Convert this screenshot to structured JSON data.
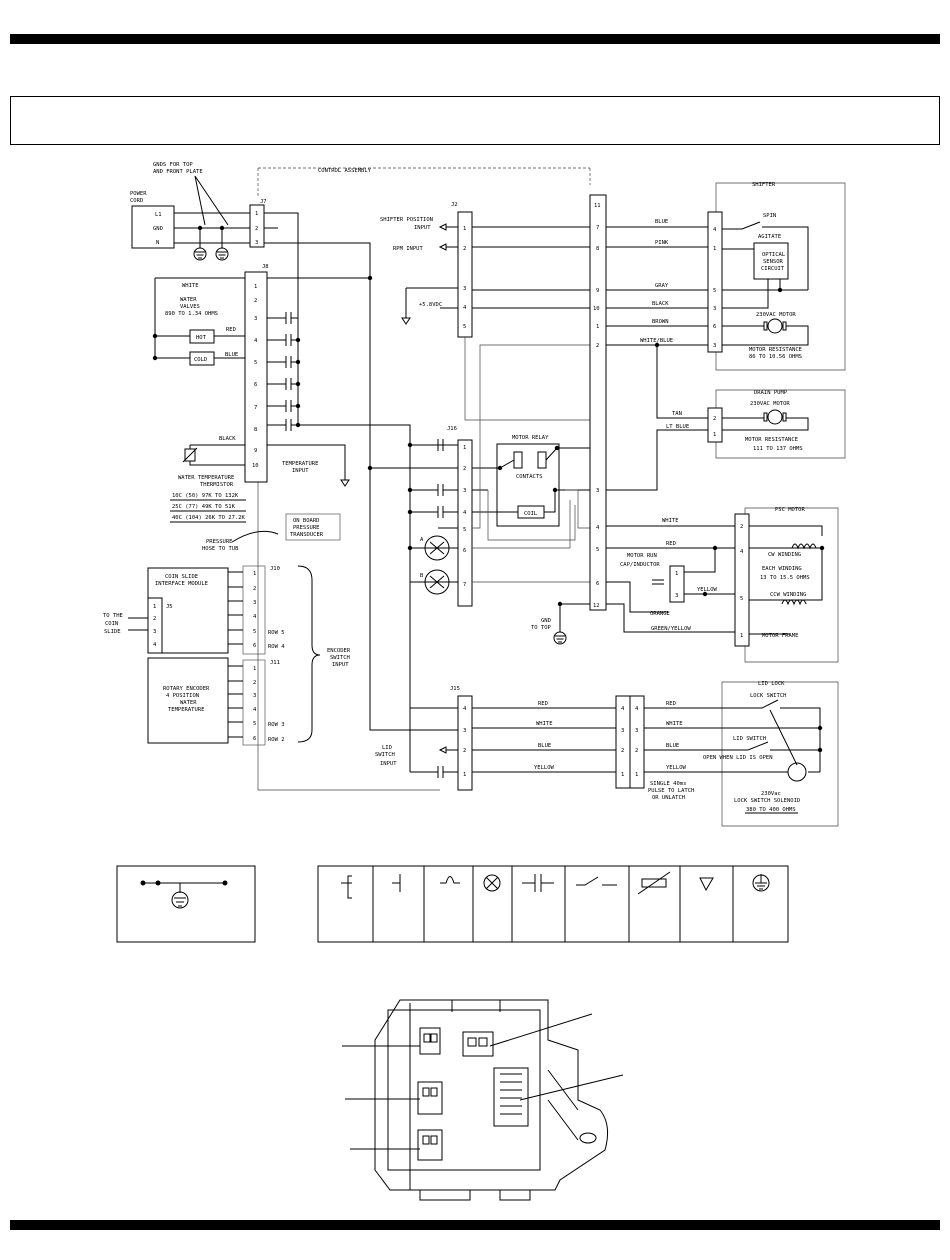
{
  "schematic": {
    "top_labels": {
      "gnds": [
        "GNDS FOR TOP",
        "AND FRONT PLATE"
      ],
      "control_assembly": "CONTROL ASSEMBLY",
      "power_cord": [
        "POWER",
        "CORD"
      ],
      "power_pins": [
        "L1",
        "GND",
        "N"
      ]
    },
    "connectors": {
      "j7": "J7",
      "j2": "J2",
      "j8": "J8",
      "j16": "J16",
      "j10": "J10",
      "j11": "J11",
      "j15": "J15",
      "j5": "J5"
    },
    "j2_labels": {
      "shifter": [
        "SHIFTER POSITION",
        "INPUT"
      ],
      "rpm": "RPM INPUT",
      "vdc": "+5.8VDC"
    },
    "j8_left": {
      "white": "WHITE",
      "water_valves": [
        "WATER",
        "VALVES",
        "890 TO 1.34 OHMS"
      ],
      "red": "RED",
      "hot": "HOT",
      "blue": "BLUE",
      "cold": "COLD",
      "black": "BLACK",
      "thermistor": [
        "WATER TEMPERATURE",
        "THERMISTOR"
      ],
      "therm_values": [
        "10C (50) 97K TO 132K",
        "25C (77) 49K TO 51K",
        "40C (104) 26K TO 27.2K"
      ],
      "temp_input": [
        "TEMPERATURE",
        "INPUT"
      ]
    },
    "pressure": {
      "hose": [
        "PRESSURE",
        "HOSE TO TUB"
      ],
      "transducer": [
        "ON BOARD",
        "PRESSURE",
        "TRANSDUCER"
      ]
    },
    "motor_relay": {
      "title": "MOTOR RELAY",
      "contacts": "CONTACTS",
      "coil": "COIL"
    },
    "coin_slide": {
      "module": [
        "COIN SLIDE",
        "INTERFACE MODULE"
      ],
      "to_coin": [
        "TO THE",
        "COIN",
        "SLIDE"
      ],
      "row5": "ROW 5",
      "row4": "ROW 4"
    },
    "rotary": {
      "module": [
        "ROTARY ENCODER",
        "4 POSITION",
        "WATER",
        "TEMPERATURE"
      ],
      "row3": "ROW 3",
      "row2": "ROW 2",
      "encoder": [
        "ENCODER",
        "SWITCH",
        "INPUT"
      ]
    },
    "lid_switch_input": [
      "LID",
      "SWITCH",
      "INPUT"
    ],
    "shifter": {
      "title": "SHIFTER",
      "spin": "SPIN",
      "agitate": "AGITATE",
      "sensor": [
        "OPTICAL",
        "SENSOR",
        "CIRCUIT"
      ],
      "motor": "230VAC MOTOR",
      "resistance": [
        "MOTOR RESISTANCE",
        "86 TO 10.56 OHMS"
      ]
    },
    "drain_pump": {
      "title": "DRAIN PUMP",
      "motor": "230VAC MOTOR",
      "resistance": [
        "MOTOR RESISTANCE",
        "111 TO 137 OHMS"
      ]
    },
    "psc_motor": {
      "title": "PSC MOTOR",
      "cw": "CW WINDING",
      "each": [
        "EACH WINDING",
        "13 TO 15.5 OHMS"
      ],
      "ccw": "CCW WINDING",
      "frame": "MOTOR FRAME",
      "run_cap": [
        "MOTOR RUN",
        "CAP/INDUCTOR"
      ]
    },
    "lid_lock": {
      "title": "LID LOCK",
      "lock_switch": "LOCK SWITCH",
      "lid_switch": "LID SWITCH",
      "open": "OPEN WHEN LID IS OPEN",
      "solenoid": [
        "230Vac",
        "LOCK SWITCH SOLENOID",
        "380 TO 400 OHMS"
      ],
      "pulse": [
        "SINGLE 40ms",
        "PULSE TO LATCH",
        "OR UNLATCH"
      ]
    },
    "gnd_top": [
      "GND",
      "TO TOP"
    ],
    "wire_colors": {
      "blue": "BLUE",
      "pink": "PINK",
      "gray": "GRAY",
      "black": "BLACK",
      "brown": "BROWN",
      "white_blue": "WHITE/BLUE",
      "tan": "TAN",
      "lt_blue": "LT BLUE",
      "white": "WHITE",
      "red": "RED",
      "yellow": "YELLOW",
      "orange": "ORANGE",
      "green_yellow": "GREEN/YELLOW"
    },
    "triac_labels": [
      "A",
      "B"
    ]
  }
}
